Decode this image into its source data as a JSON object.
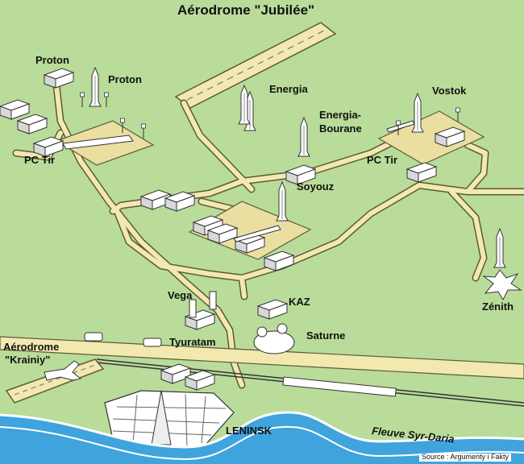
{
  "title": "Aérodrome \"Jubilée\"",
  "colors": {
    "land": "#b9dc9a",
    "road": "#f3e9b0",
    "road_edge": "#5a5a3a",
    "pad": "#eadfa0",
    "river": "#3fa3dd",
    "river_edge": "#ffffff",
    "building": "#ffffff",
    "city": "#ffffff"
  },
  "labels": {
    "proton_site": "Proton",
    "proton_rocket": "Proton",
    "pc_tir_left": "PC Tir",
    "energia": "Energia",
    "energia_bourane_line1": "Energia-",
    "energia_bourane_line2": "Bourane",
    "vostok": "Vostok",
    "pc_tir_right": "PC Tir",
    "soyouz": "Soyouz",
    "vega": "Vega",
    "kaz": "KAZ",
    "zenith": "Zénith",
    "saturne": "Saturne",
    "tyuratam": "Tyuratam",
    "aerodrome_krainiy_line1": "Aérodrome",
    "aerodrome_krainiy_line2": "\"Krainiy\"",
    "leninsk": "LENINSK",
    "fleuve": "Fleuve Syr-Daria",
    "source": "Source : Argumenty i Fakty"
  }
}
